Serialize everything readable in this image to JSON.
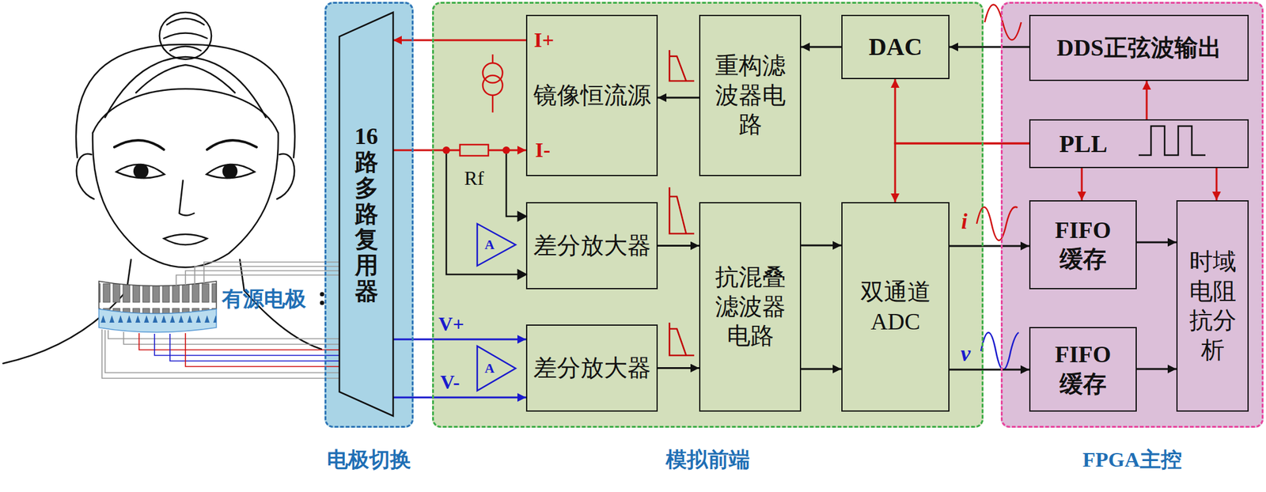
{
  "diagram": {
    "nodes": [
      {
        "text": [
          "电极切换"
        ]
      },
      {
        "text": [
          "16路多路复用器"
        ],
        "in": 0
      },
      {
        "text": [
          "模拟前端"
        ]
      },
      {
        "text": [
          "镜像恒流源"
        ],
        "in": 2
      },
      {
        "text": [
          "重构滤波器电路"
        ],
        "in": 2
      },
      {
        "text": [
          "DAC"
        ],
        "in": 2
      },
      {
        "text": [
          "差分放大器"
        ],
        "in": 2
      },
      {
        "text": [
          "差分放大器"
        ],
        "in": 2
      },
      {
        "text": [
          "抗混叠滤波器电路"
        ],
        "in": 2
      },
      {
        "text": [
          "双通道ADC"
        ],
        "in": 2
      },
      {
        "text": [
          "FPGA主控"
        ]
      },
      {
        "text": [
          "DDS正弦波输出"
        ],
        "in": 10
      },
      {
        "text": [
          "PLL"
        ],
        "in": 10
      },
      {
        "text": [
          "FIFO缓存"
        ],
        "in": 10
      },
      {
        "text": [
          "FIFO缓存"
        ],
        "in": 10
      },
      {
        "text": [
          "时域电阻抗分析"
        ],
        "in": 10
      }
    ],
    "edges": [
      {
        "from": 11,
        "to": 5,
        "arrow": "to"
      },
      {
        "from": 5,
        "to": 4,
        "arrow": "to"
      },
      {
        "from": 4,
        "to": 3,
        "arrow": "to"
      },
      {
        "from": 3,
        "to": 1,
        "arrow": "to"
      },
      {
        "from": 1,
        "to": 3,
        "arrow": "to"
      },
      {
        "from": 1,
        "to": 7,
        "arrow": "to"
      },
      {
        "from": 1,
        "to": 7,
        "arrow": "to"
      },
      {
        "from": 6,
        "to": 8,
        "arrow": "to"
      },
      {
        "from": 7,
        "to": 8,
        "arrow": "to"
      },
      {
        "from": 8,
        "to": 9,
        "arrow": "to"
      },
      {
        "from": 8,
        "to": 9,
        "arrow": "to"
      },
      {
        "from": 9,
        "to": 13,
        "arrow": "to"
      },
      {
        "from": 9,
        "to": 14,
        "arrow": "to"
      },
      {
        "from": 13,
        "to": 15,
        "arrow": "to"
      },
      {
        "from": 14,
        "to": 15,
        "arrow": "to"
      },
      {
        "from": 12,
        "to": 11,
        "arrow": "to"
      },
      {
        "from": 12,
        "to": 13,
        "arrow": "to"
      },
      {
        "from": 12,
        "to": 15,
        "arrow": "to"
      },
      {
        "from": 12,
        "to": 5,
        "arrow": "to"
      },
      {
        "from": 12,
        "to": 9,
        "arrow": "to"
      }
    ],
    "labels": [
      "有源电极",
      "I+",
      "I-",
      "Rf",
      "V+",
      "V-",
      "A",
      "A",
      "i",
      "v"
    ]
  }
}
